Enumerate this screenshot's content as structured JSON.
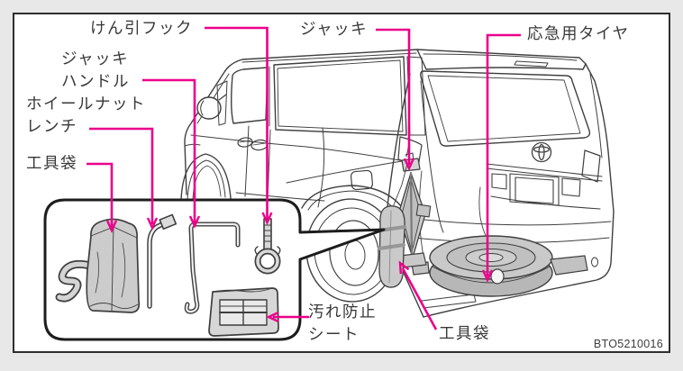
{
  "figure": {
    "code": "BTO5210016",
    "description": "vehicle-emergency-tools-location-diagram"
  },
  "colors": {
    "accent": "#EB008B",
    "line": "#3F3F3F",
    "background": "#E8E8E8"
  },
  "labels": {
    "towing_hook": "けん引フック",
    "jack_handle": "ジャッキ\nハンドル",
    "wheel_nut_wrench": "ホイールナット\nレンチ",
    "tool_bag_left": "工具袋",
    "jack": "ジャッキ",
    "spare_tire": "応急用タイヤ",
    "protection_sheet": "汚れ防止\nシート",
    "tool_bag_rear": "工具袋"
  },
  "illustrations": {
    "vehicle": "minivan-rear-three-quarter-view",
    "callout_box_items": [
      "tool-bag",
      "wheel-nut-wrench",
      "jack-handle",
      "towing-hook",
      "protection-sheet"
    ],
    "vehicle_items": [
      "jack",
      "tool-bag",
      "spare-tire",
      "toyota-emblem"
    ]
  }
}
